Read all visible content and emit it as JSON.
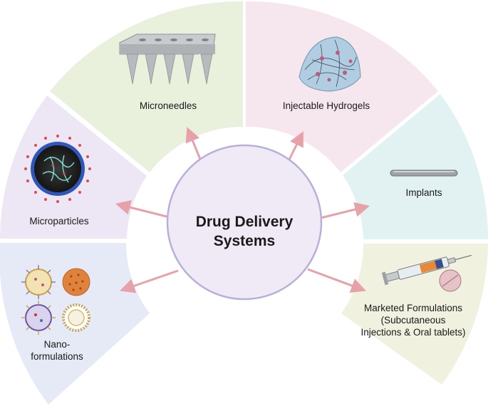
{
  "center": {
    "line1": "Drug Delivery",
    "line2": "Systems",
    "fill": "#efeaf6",
    "stroke": "#b9b0d9"
  },
  "arrow_color": "#e7a1a9",
  "segments": [
    {
      "key": "microneedles",
      "lines": [
        "Microneedles"
      ],
      "fill": "#e9f1dd",
      "icon": "microneedle-array-icon"
    },
    {
      "key": "hydrogels",
      "lines": [
        "Injectable Hydrogels"
      ],
      "fill": "#f6e7ef",
      "icon": "hydrogel-icon"
    },
    {
      "key": "implants",
      "lines": [
        "Implants"
      ],
      "fill": "#e2f1f1",
      "icon": "implant-rod-icon"
    },
    {
      "key": "marketed",
      "lines": [
        "Marketed Formulations",
        "(Subcutaneous",
        "Injections & Oral tablets)"
      ],
      "fill": "#f0f1df",
      "icon": "syringe-icon"
    },
    {
      "key": "nano",
      "lines": [
        "Nano-",
        "formulations"
      ],
      "fill": "#e6eaf6",
      "icon": "nanoparticles-icon"
    },
    {
      "key": "microparticles",
      "lines": [
        "Microparticles"
      ],
      "fill": "#ece6f5",
      "icon": "microparticle-icon"
    }
  ]
}
